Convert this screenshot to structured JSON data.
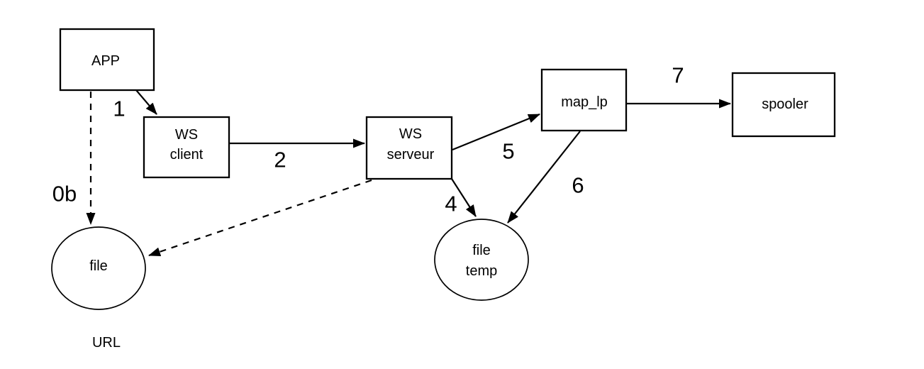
{
  "diagram": {
    "colors": {
      "background": "#ffffff",
      "stroke": "#000000",
      "text": "#000000"
    },
    "nodes": {
      "app": {
        "shape": "box",
        "label": "APP"
      },
      "ws_client": {
        "shape": "box",
        "line1": "WS",
        "line2": "client"
      },
      "ws_serveur": {
        "shape": "box",
        "line1": "WS",
        "line2": "serveur"
      },
      "map_lp": {
        "shape": "box",
        "label": "map_lp"
      },
      "spooler": {
        "shape": "box",
        "label": "spooler"
      },
      "file": {
        "shape": "circle",
        "label": "file",
        "caption": "URL"
      },
      "file_temp": {
        "shape": "circle",
        "line1": "file",
        "line2": "temp"
      }
    },
    "edge_labels": {
      "step0b": "0b",
      "step1": "1",
      "step2": "2",
      "step4": "4",
      "step5": "5",
      "step6": "6",
      "step7": "7"
    },
    "edges": [
      {
        "from": "app",
        "to": "ws_client",
        "label": "1",
        "style": "solid"
      },
      {
        "from": "app",
        "to": "file",
        "label": "0b",
        "style": "dashed"
      },
      {
        "from": "ws_client",
        "to": "ws_serveur",
        "label": "2",
        "style": "solid"
      },
      {
        "from": "ws_serveur",
        "to": "file",
        "label": "",
        "style": "dashed"
      },
      {
        "from": "ws_serveur",
        "to": "file_temp",
        "label": "4",
        "style": "solid"
      },
      {
        "from": "ws_serveur",
        "to": "map_lp",
        "label": "5",
        "style": "solid"
      },
      {
        "from": "map_lp",
        "to": "file_temp",
        "label": "6",
        "style": "solid"
      },
      {
        "from": "map_lp",
        "to": "spooler",
        "label": "7",
        "style": "solid"
      }
    ]
  }
}
